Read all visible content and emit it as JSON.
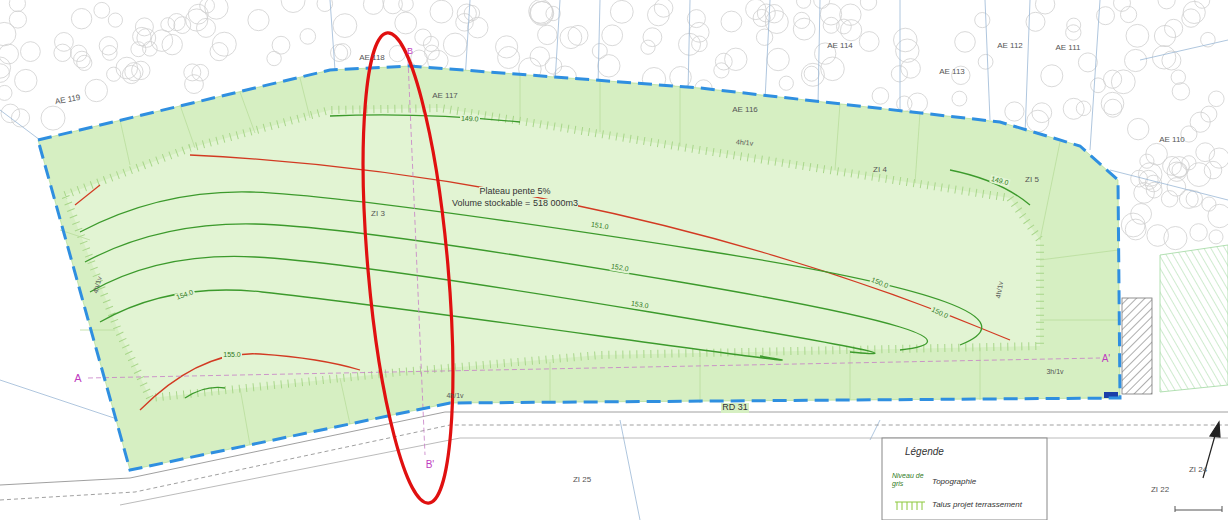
{
  "diagram": {
    "labels": [
      "AE 119",
      "AE 118",
      "B",
      "AE 117",
      "AE 116",
      "AE 114",
      "AE 113",
      "AE 112",
      "AE 111",
      "AE 110",
      "149.0",
      "150.0",
      "151.0",
      "152.0",
      "153.0",
      "154.0",
      "155.0",
      "150.0",
      "149.0",
      "Plateau pente 5%",
      "Volume stockable = 518 000m3",
      "ZI 3",
      "ZI 4",
      "ZI 5",
      "RD 31",
      "ZI 25",
      "ZI 24",
      "ZI 22",
      "A",
      "A'",
      "B'",
      "4h/1v",
      "4h/1v",
      "4h/1v",
      "3h/1v",
      "4h/1v",
      "Légende",
      "Niveau de gris"
    ],
    "legend": [
      {
        "text": "Topographie"
      },
      {
        "text": "Talus projet terrassement"
      }
    ]
  }
}
